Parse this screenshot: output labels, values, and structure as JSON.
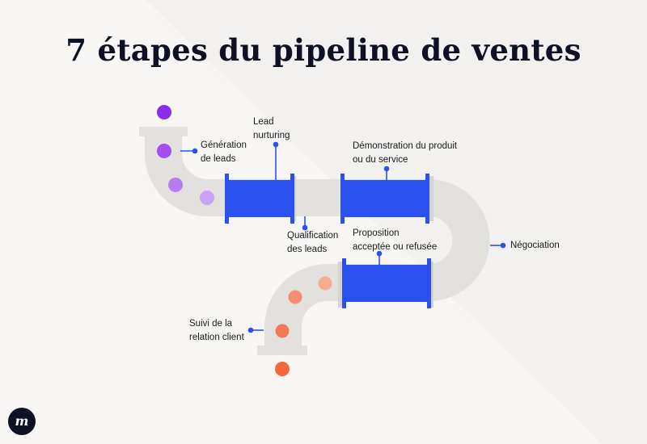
{
  "title": "7 étapes du pipeline de ventes",
  "colors": {
    "background": "#f7f6f4",
    "pipe": "#e3e1de",
    "pipe_dark": "#d6d4d0",
    "segment": "#2a51f0",
    "title": "#0e1024",
    "purple": "#8e2bf0",
    "orange": "#f5663a"
  },
  "stages": [
    {
      "id": "generation",
      "lines": [
        "Génération",
        "de leads"
      ]
    },
    {
      "id": "nurturing",
      "lines": [
        "Lead",
        "nurturing"
      ]
    },
    {
      "id": "qualification",
      "lines": [
        "Qualification",
        "des leads"
      ]
    },
    {
      "id": "demonstration",
      "lines": [
        "Démonstration du produit",
        "ou du service"
      ]
    },
    {
      "id": "negociation",
      "lines": [
        "Négociation"
      ]
    },
    {
      "id": "proposition",
      "lines": [
        "Proposition",
        "acceptée ou refusée"
      ]
    },
    {
      "id": "suivi",
      "lines": [
        "Suivi de la",
        "relation client"
      ]
    }
  ],
  "logo": {
    "glyph": "m",
    "icon": "company-logo-icon"
  }
}
